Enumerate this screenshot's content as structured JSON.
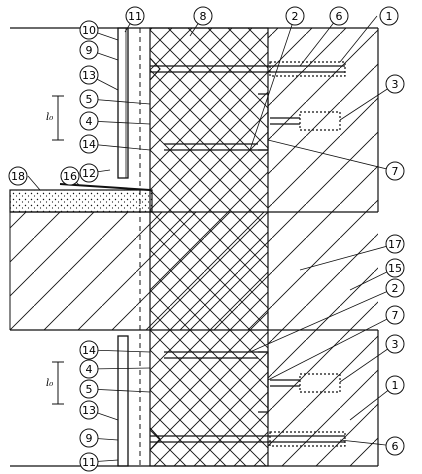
{
  "callouts": [
    {
      "id": "c1a",
      "text": "1"
    },
    {
      "id": "c2a",
      "text": "2"
    },
    {
      "id": "c6a",
      "text": "6"
    },
    {
      "id": "c8",
      "text": "8"
    },
    {
      "id": "c11a",
      "text": "11"
    },
    {
      "id": "c10",
      "text": "10"
    },
    {
      "id": "c9a",
      "text": "9"
    },
    {
      "id": "c13a",
      "text": "13"
    },
    {
      "id": "c5a",
      "text": "5"
    },
    {
      "id": "c4a",
      "text": "4"
    },
    {
      "id": "c14a",
      "text": "14"
    },
    {
      "id": "c12",
      "text": "12"
    },
    {
      "id": "c3a",
      "text": "3"
    },
    {
      "id": "c7a",
      "text": "7"
    },
    {
      "id": "c18",
      "text": "18"
    },
    {
      "id": "c16",
      "text": "16"
    },
    {
      "id": "c17",
      "text": "17"
    },
    {
      "id": "c15",
      "text": "15"
    },
    {
      "id": "c2b",
      "text": "2"
    },
    {
      "id": "c7b",
      "text": "7"
    },
    {
      "id": "c14b",
      "text": "14"
    },
    {
      "id": "c4b",
      "text": "4"
    },
    {
      "id": "c5b",
      "text": "5"
    },
    {
      "id": "c3b",
      "text": "3"
    },
    {
      "id": "c1b",
      "text": "1"
    },
    {
      "id": "c13b",
      "text": "13"
    },
    {
      "id": "c9b",
      "text": "9"
    },
    {
      "id": "c11b",
      "text": "11"
    },
    {
      "id": "c6b",
      "text": "6"
    }
  ],
  "dimension_labels": {
    "upper": "l₀",
    "lower": "l₀"
  }
}
